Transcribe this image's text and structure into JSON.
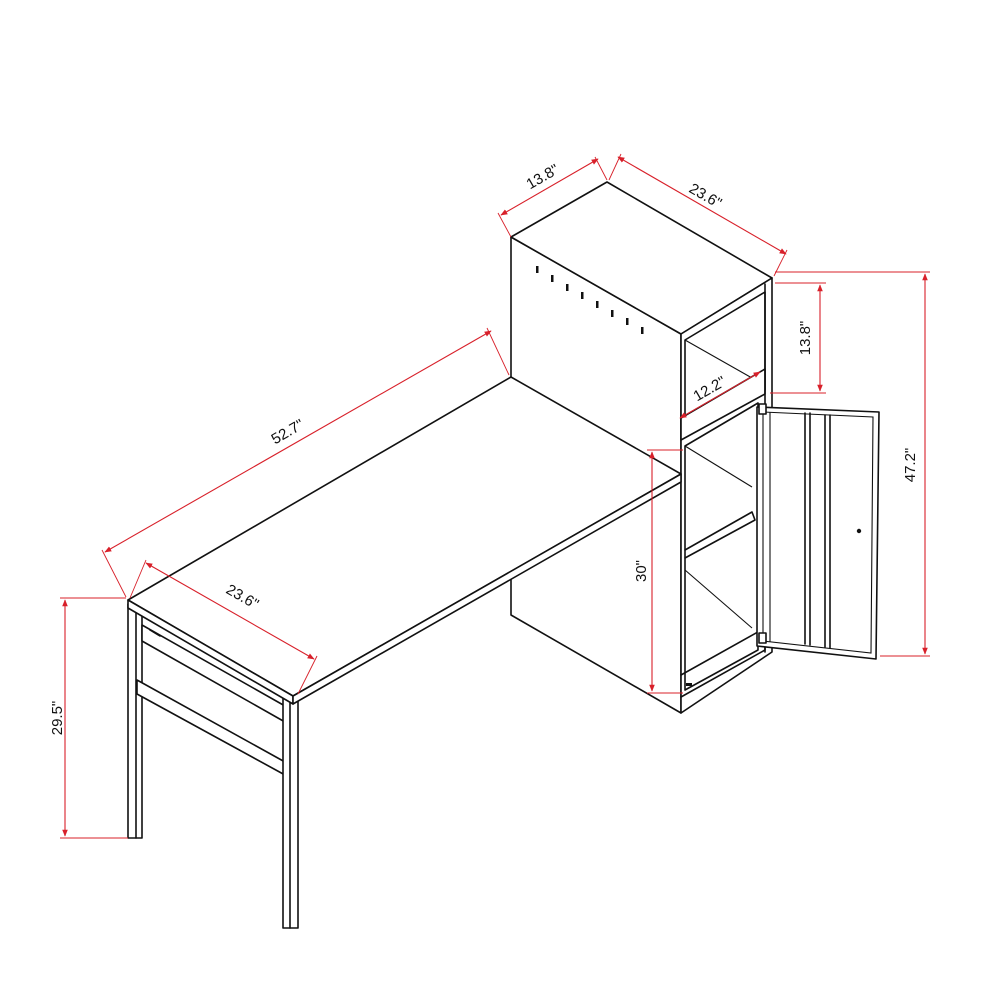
{
  "dimensions": {
    "hutch_depth": "13.8\"",
    "hutch_width": "23.6\"",
    "upper_opening_height": "13.8\"",
    "shelf_depth": "12.2\"",
    "cabinet_height": "47.2\"",
    "lower_opening_height": "30\"",
    "desk_length": "52.7\"",
    "desk_depth": "23.6\"",
    "desk_height": "29.5\""
  },
  "colors": {
    "outline": "#111111",
    "dimension": "#d8202a",
    "background": "#ffffff"
  }
}
